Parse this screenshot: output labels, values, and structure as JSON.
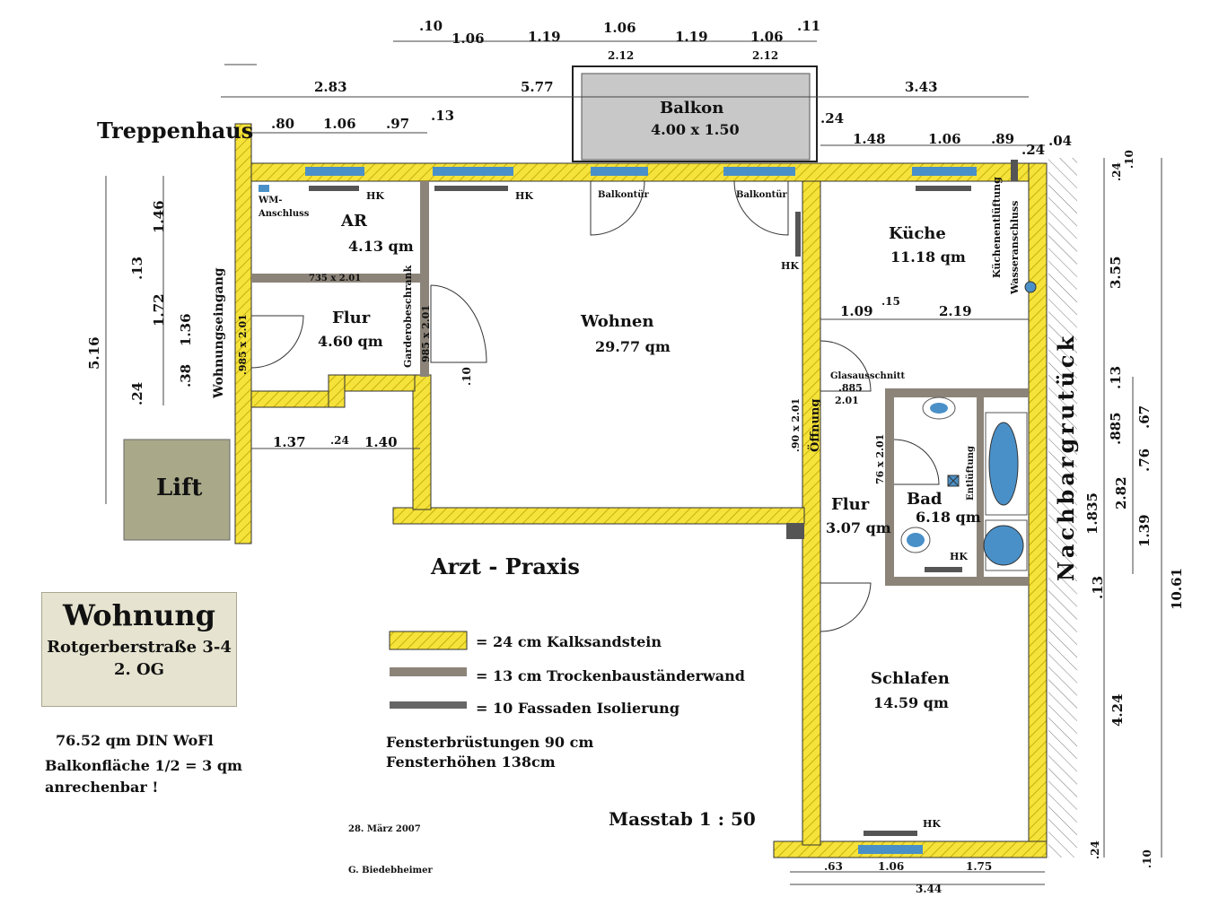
{
  "labels": {
    "treppenhaus": "Treppenhaus",
    "balkon": "Balkon",
    "balkon_size": "4.00 x 1.50",
    "lift": "Lift",
    "nachbar": "Nachbargrutück",
    "arzt": "Arzt - Praxis",
    "wohnungseingang": "Wohnungseingang",
    "garderobe": "Garderobeschrank",
    "oeffnung": "Öffnung",
    "glasausschnitt": "Glasausschnitt",
    "entlueftung": "Entlüftung",
    "kuechenentlueftung": "Küchenentlüftung",
    "wasseranschluss": "Wasseranschluss",
    "wm": "WM-",
    "anschluss": "Anschluss",
    "balkontuer": "Balkontür",
    "hk": "HK"
  },
  "rooms": {
    "ar": {
      "name": "AR",
      "area": "4.13 qm"
    },
    "flur1": {
      "name": "Flur",
      "area": "4.60 qm"
    },
    "wohnen": {
      "name": "Wohnen",
      "area": "29.77 qm"
    },
    "kueche": {
      "name": "Küche",
      "area": "11.18 qm"
    },
    "flur2": {
      "name": "Flur",
      "area": "3.07 qm"
    },
    "bad": {
      "name": "Bad",
      "area": "6.18 qm"
    },
    "schlafen": {
      "name": "Schlafen",
      "area": "14.59 qm"
    }
  },
  "openings": {
    "o735": "735 x 2.01",
    "o985a": ".985 x 2.01",
    "o985b": "985 x 2.01",
    "o90": ".90 x 2.01",
    "o76": "76 x 2.01",
    "o885": ".885",
    "o201": "2.01"
  },
  "dims": {
    "t10": ".10",
    "t106a": "1.06",
    "t119a": "1.19",
    "t106b": "1.06",
    "t119b": "1.19",
    "t106c": "1.06",
    "t11": ".11",
    "t212a": "2.12",
    "t212b": "2.12",
    "r283": "2.83",
    "r577": "5.77",
    "r343": "3.43",
    "r80": ".80",
    "r106": "1.06",
    "r97": ".97",
    "r13": ".13",
    "r24": ".24",
    "k148": "1.48",
    "k106": "1.06",
    "k89": ".89",
    "k24": ".24",
    "k04": ".04",
    "l146": "1.46",
    "l13": ".13",
    "l172": "1.72",
    "l136": "1.36",
    "l516": "5.16",
    "l38": ".38",
    "l24": ".24",
    "f137": "1.37",
    "f24": ".24",
    "f140": "1.40",
    "w10": ".10",
    "k109": "1.09",
    "k15": ".15",
    "k219": "2.19",
    "rs24a": ".24",
    "rs10a": ".10",
    "rs355": "3.55",
    "rs13": ".13",
    "rs885": ".885",
    "rs67": ".67",
    "rs76": ".76",
    "rs282": "2.82",
    "rs1835": "1.835",
    "rs139": "1.39",
    "rs13b": ".13",
    "rs424": "4.24",
    "rs1061": "10.61",
    "rs24b": ".24",
    "rs10b": ".10",
    "b63": ".63",
    "b106": "1.06",
    "b175": "1.75",
    "b344": "3.44"
  },
  "legend": [
    {
      "text": "=  24 cm  Kalksandstein"
    },
    {
      "text": "=  13 cm  Trockenbauständerwand"
    },
    {
      "text": "=  10  Fassaden Isolierung"
    }
  ],
  "notes": {
    "fb": "Fensterbrüstungen  90 cm",
    "fh": "Fensterhöhen    138cm",
    "masstab": "Masstab     1 : 50",
    "date": "28. März 2007",
    "author": "G. Biedebheimer"
  },
  "title_box": {
    "title": "Wohnung",
    "street": "Rotgerberstraße  3-4",
    "floor": "2. OG"
  },
  "info": {
    "line1": "76.52 qm  DIN  WoFl",
    "line2": "Balkonfläche  1/2 = 3 qm",
    "line3": "anrechenbar !"
  },
  "colors": {
    "wall": "#f5e23a",
    "hatch": "#b8a000",
    "drywall": "#8c8479",
    "window": "#4a90c8",
    "balkon": "#c8c8c8",
    "lift": "#a9a98a"
  }
}
